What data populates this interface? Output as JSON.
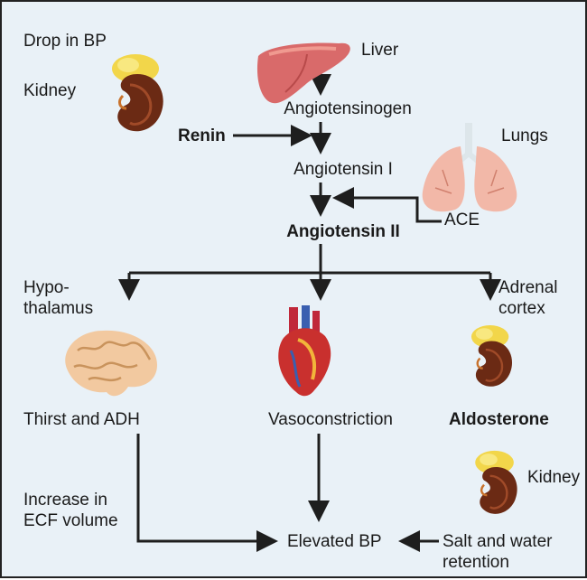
{
  "top": {
    "drop_bp": "Drop in BP",
    "kidney": "Kidney",
    "liver": "Liver",
    "angiotensinogen": "Angiotensinogen",
    "renin": "Renin",
    "lungs": "Lungs",
    "angiotensin_i": "Angiotensin I",
    "ace": "ACE",
    "angiotensin_ii": "Angiotensin II"
  },
  "targets": {
    "hypothalamus_line1": "Hypo-",
    "hypothalamus_line2": "thalamus",
    "adrenal_line1": "Adrenal",
    "adrenal_line2": "cortex"
  },
  "effects": {
    "thirst_adh": "Thirst and ADH",
    "vasoconstriction": "Vasoconstriction",
    "aldosterone": "Aldosterone",
    "kidney": "Kidney",
    "increase_line1": "Increase in",
    "increase_line2": "ECF volume",
    "elevated_bp": "Elevated BP",
    "salt_line1": "Salt and water",
    "salt_line2": "retention"
  },
  "colors": {
    "background": "#e9f1f7",
    "arrow": "#1e1e1e"
  },
  "icons": [
    "kidney-icon",
    "liver-icon",
    "lungs-icon",
    "brain-icon",
    "heart-icon",
    "adrenal-kidney-icon",
    "kidney-icon-2"
  ]
}
